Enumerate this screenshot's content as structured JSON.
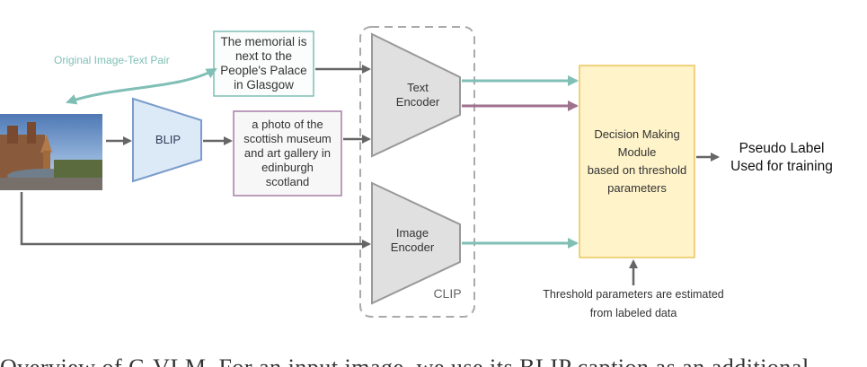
{
  "diagram": {
    "original_pair_label": "Original Image-Text Pair",
    "original_caption": [
      "The memorial is",
      "next to the",
      "People's Palace",
      "in Glasgow"
    ],
    "blip_label": "BLIP",
    "blip_caption": [
      "a photo of the",
      "scottish museum",
      "and art gallery in",
      "edinburgh",
      "scotland"
    ],
    "text_encoder_label": [
      "Text",
      "Encoder"
    ],
    "image_encoder_label": [
      "Image",
      "Encoder"
    ],
    "clip_label": "CLIP",
    "decision_module_label": [
      "Decision Making",
      "Module",
      "based on threshold",
      "parameters"
    ],
    "output_label": [
      "Pseudo Label",
      "Used for training"
    ],
    "threshold_note": [
      "Threshold parameters are estimated",
      "from labeled data"
    ],
    "caption_partial": "Overview of C-VLM. For an input image, we use its BLIP caption as an additional",
    "colors": {
      "teal_arrow": "#7fbfb5",
      "purple_arrow": "#a0708f",
      "gray_arrow": "#666666",
      "blip_fill": "#dce9f7",
      "blip_stroke": "#7a9ccc",
      "encoder_fill": "#e0e0e0",
      "decision_fill": "#fff3c9",
      "decision_stroke": "#e8c65d",
      "original_caption_stroke": "#7fbfb5",
      "blip_caption_stroke": "#a77fa6"
    }
  }
}
